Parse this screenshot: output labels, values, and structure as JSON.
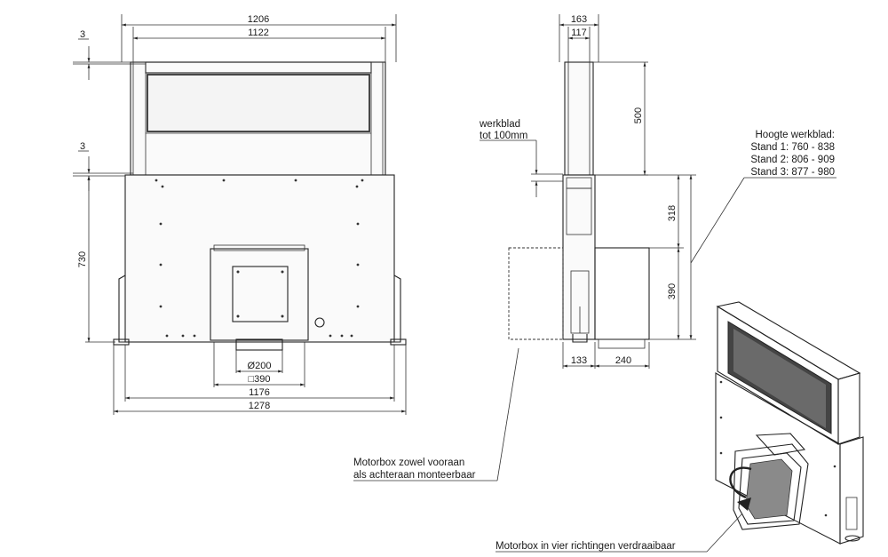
{
  "front_view": {
    "dim_1206": "1206",
    "dim_1122": "1122",
    "dim_3_top": "3",
    "dim_3_mid": "3",
    "dim_730": "730",
    "dim_d200": "Ø200",
    "dim_sq390": "□390",
    "dim_1176": "1176",
    "dim_1278": "1278"
  },
  "side_view": {
    "dim_163": "163",
    "dim_117": "117",
    "dim_500": "500",
    "dim_318": "318",
    "dim_390": "390",
    "dim_133": "133",
    "dim_240": "240",
    "werkblad_line1": "werkblad",
    "werkblad_line2": "tot 100mm"
  },
  "notes": {
    "hoogte_title": "Hoogte werkblad:",
    "stand_1": "Stand 1: 760 - 838",
    "stand_2": "Stand 2: 806 - 909",
    "stand_3": "Stand 3: 877 - 980",
    "motorbox_line1": "Motorbox zowel vooraan",
    "motorbox_line2": "als achteraan monteerbaar",
    "motorbox_rotate": "Motorbox in vier richtingen verdraaibaar"
  }
}
